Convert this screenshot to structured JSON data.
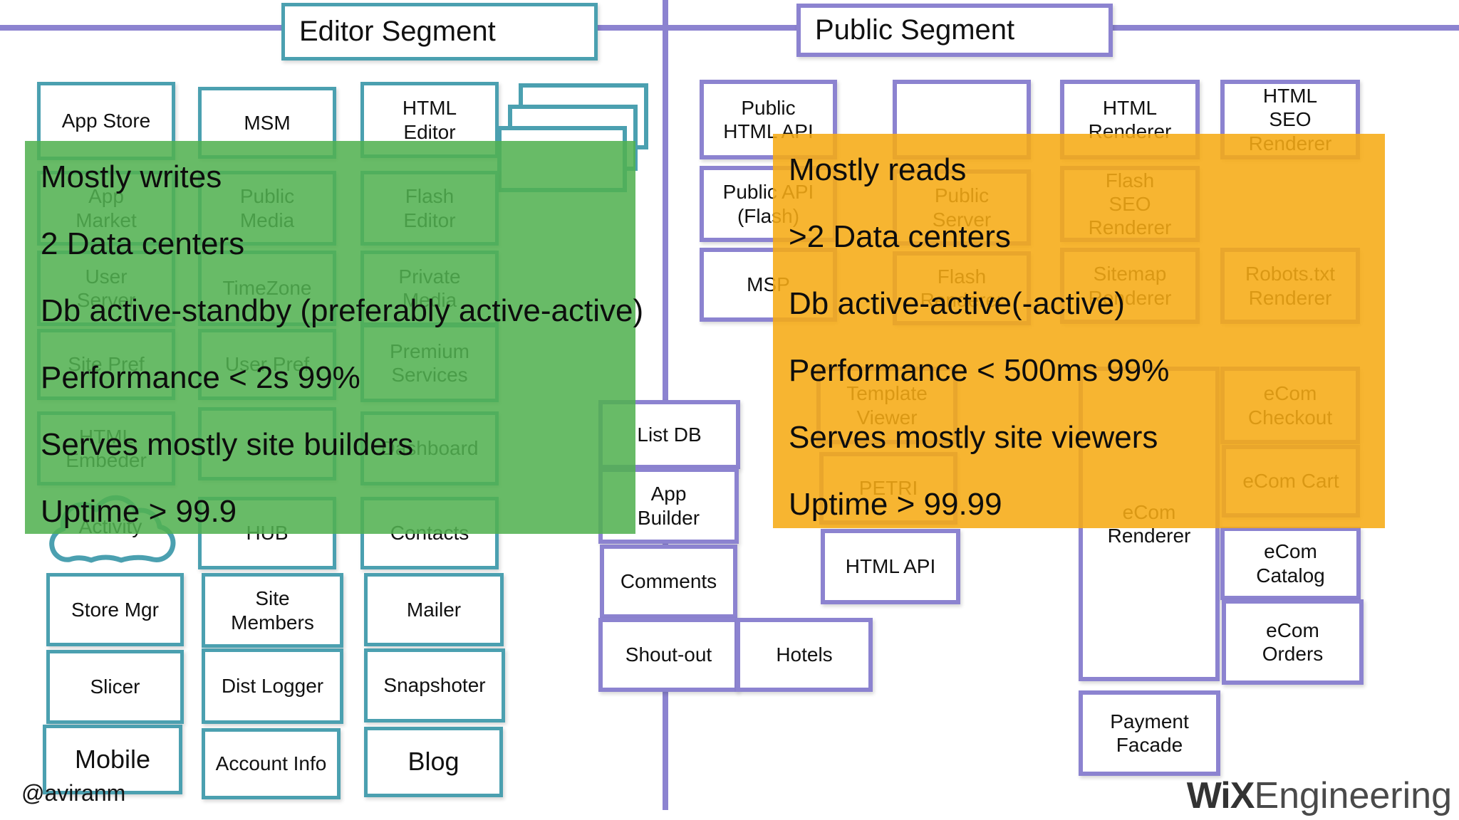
{
  "segments": {
    "editor": "Editor Segment",
    "public": "Public Segment"
  },
  "editor_boxes": {
    "app_store": "App Store",
    "msm": "MSM",
    "html_editor": "HTML Editor",
    "app_market": "App Market",
    "public_media": "Public Media",
    "flash_editor": "Flash Editor",
    "user_server": "User Server",
    "timezone": "TimeZone",
    "private_media": "Private Media",
    "site_pref": "Site Pref",
    "user_pref": "User Pref",
    "premium_services": "Premium Services",
    "html_embeder": "HTML Embeder",
    "dashboard": "Dashboard",
    "activity": "Activity",
    "hub": "HUB",
    "contacts": "Contacts",
    "store_mgr": "Store Mgr",
    "site_members": "Site Members",
    "mailer": "Mailer",
    "slicer": "Slicer",
    "dist_logger": "Dist Logger",
    "snapshoter": "Snapshoter",
    "mobile": "Mobile",
    "account_info": "Account Info",
    "blog": "Blog"
  },
  "middle_boxes": {
    "list_db": "List DB",
    "app_builder": "App Builder",
    "comments": "Comments",
    "shout_out": "Shout-out",
    "hotels": "Hotels"
  },
  "public_boxes": {
    "public_html_api": "Public HTML API",
    "html_renderer": "HTML Renderer",
    "html_seo_renderer": "HTML SEO Renderer",
    "public_api_flash": "Public API (Flash)",
    "public_server": "Public Server",
    "flash_seo_renderer": "Flash SEO Renderer",
    "msp": "MSP",
    "flash_renderer": "Flash Renderer",
    "sitemap_renderer": "Sitemap Renderer",
    "robots_txt_renderer": "Robots.txt Renderer",
    "template_viewer": "Template Viewer",
    "petri": "PETRI",
    "ecom_renderer": "eCom Renderer",
    "ecom_checkout": "eCom Checkout",
    "ecom_cart": "eCom Cart",
    "html_api": "HTML API",
    "ecom_catalog": "eCom Catalog",
    "ecom_orders": "eCom Orders",
    "payment_facade": "Payment Facade"
  },
  "green_note": {
    "lines": [
      "Mostly writes",
      "2 Data centers",
      "Db active-standby (preferably active-active)",
      "Performance < 2s 99%",
      "Serves mostly site builders",
      "Uptime > 99.9"
    ]
  },
  "orange_note": {
    "lines": [
      "Mostly reads",
      ">2 Data centers",
      "Db active-active(-active)",
      "Performance < 500ms 99%",
      "Serves mostly site viewers",
      "Uptime > 99.99"
    ]
  },
  "footer": {
    "handle": "@aviranm",
    "logo_bold": "WiX",
    "logo_light": "Engineering"
  },
  "colors": {
    "teal_border": "#4BA0B0",
    "purple_border": "#8C83D0",
    "green_overlay": "#52B150",
    "orange_overlay": "#F6AB14",
    "logo_dark": "#333333"
  }
}
